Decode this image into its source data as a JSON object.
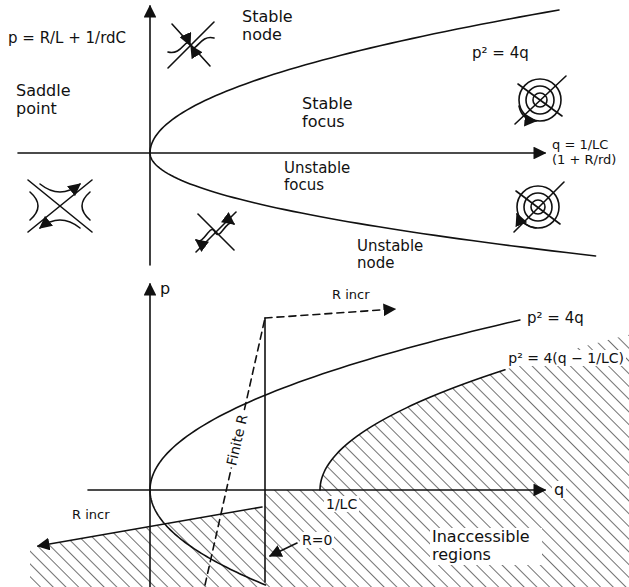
{
  "diagram": {
    "labels": [
      "p = R/L + 1/rdC",
      "Stable node",
      "p² = 4q",
      "Stable focus",
      "Saddle point",
      "q = 1/LC (1 + R/rd)",
      "Unstable focus",
      "Unstable node",
      "p",
      "q",
      "R incr",
      "p² = 4q",
      "p² = 4(q − 1/LC)",
      "Finite R",
      "1/LC",
      "R=0",
      "Inaccessible regions",
      "R incr"
    ]
  }
}
